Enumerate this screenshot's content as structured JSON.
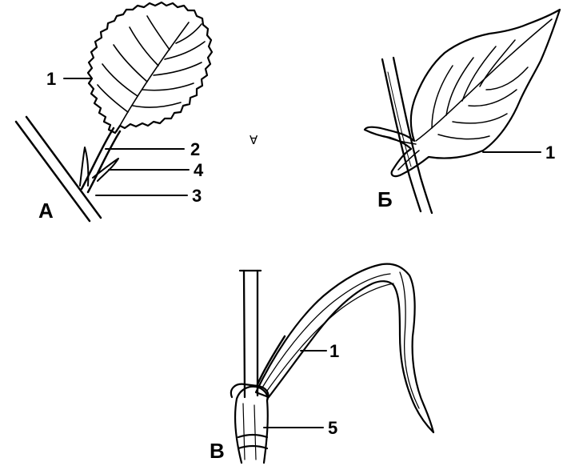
{
  "figure": {
    "panel_a": {
      "letter": "А",
      "callouts": [
        {
          "label": "1"
        },
        {
          "label": "2"
        },
        {
          "label": "4"
        },
        {
          "label": "3"
        }
      ]
    },
    "stray_mark": "ꓯ",
    "panel_b": {
      "letter": "Б",
      "callouts": [
        {
          "label": "1"
        }
      ]
    },
    "panel_v": {
      "letter": "В",
      "callouts": [
        {
          "label": "1"
        },
        {
          "label": "5"
        }
      ]
    }
  }
}
